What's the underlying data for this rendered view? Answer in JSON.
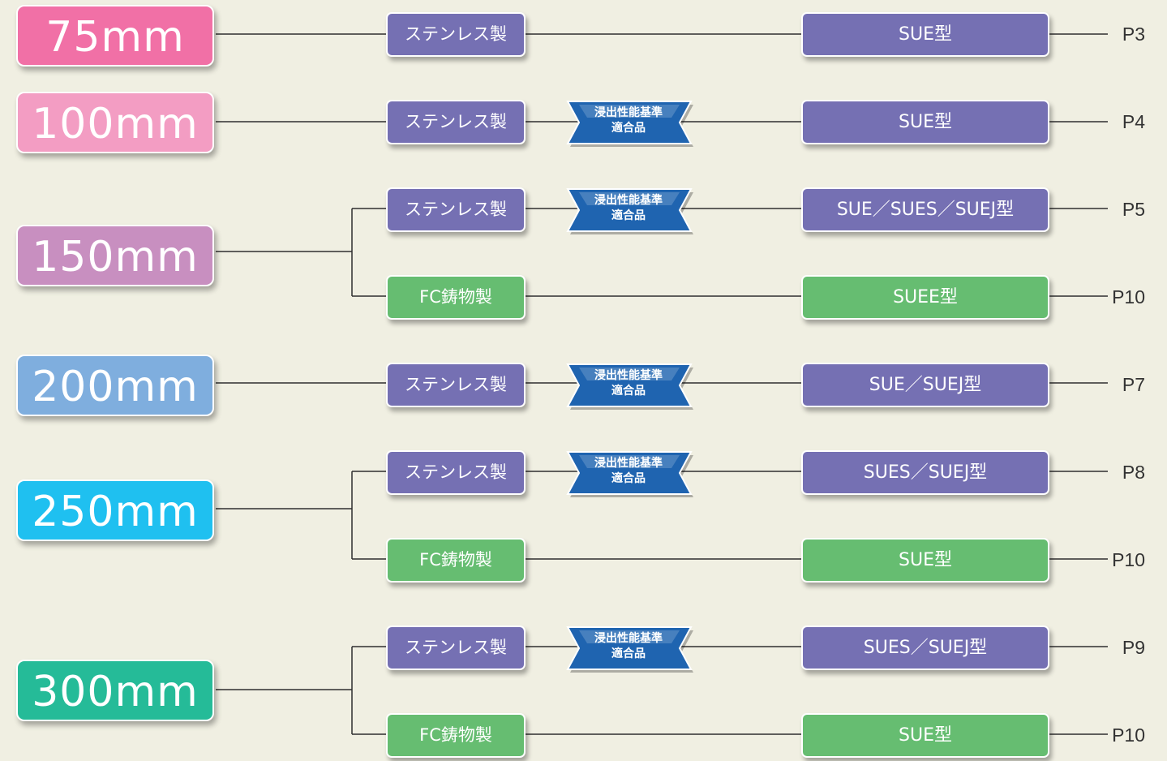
{
  "colors": {
    "background": "#f0efe2",
    "stainless": "#7570b3",
    "cast_iron": "#66bd71",
    "badge": "#1f64b0"
  },
  "badge": {
    "line1": "浸出性能基準",
    "line2": "適合品"
  },
  "groups": [
    {
      "size": "75mm",
      "color": "#f170a6",
      "rows": [
        {
          "material": "ステンレス製",
          "kind": "stainless",
          "badge": false,
          "type": "SUE型",
          "page": "P3"
        }
      ]
    },
    {
      "size": "100mm",
      "color": "#f39dc3",
      "rows": [
        {
          "material": "ステンレス製",
          "kind": "stainless",
          "badge": true,
          "type": "SUE型",
          "page": "P4"
        }
      ]
    },
    {
      "size": "150mm",
      "color": "#c88fc0",
      "rows": [
        {
          "material": "ステンレス製",
          "kind": "stainless",
          "badge": true,
          "type": "SUE／SUES／SUEJ型",
          "page": "P5"
        },
        {
          "material": "FC鋳物製",
          "kind": "cast_iron",
          "badge": false,
          "type": "SUEE型",
          "page": "P10"
        }
      ]
    },
    {
      "size": "200mm",
      "color": "#7faede",
      "rows": [
        {
          "material": "ステンレス製",
          "kind": "stainless",
          "badge": true,
          "type": "SUE／SUEJ型",
          "page": "P7"
        }
      ]
    },
    {
      "size": "250mm",
      "color": "#1fc0f0",
      "rows": [
        {
          "material": "ステンレス製",
          "kind": "stainless",
          "badge": true,
          "type": "SUES／SUEJ型",
          "page": "P8"
        },
        {
          "material": "FC鋳物製",
          "kind": "cast_iron",
          "badge": false,
          "type": "SUE型",
          "page": "P10"
        }
      ]
    },
    {
      "size": "300mm",
      "color": "#25bb98",
      "rows": [
        {
          "material": "ステンレス製",
          "kind": "stainless",
          "badge": true,
          "type": "SUES／SUEJ型",
          "page": "P9"
        },
        {
          "material": "FC鋳物製",
          "kind": "cast_iron",
          "badge": false,
          "type": "SUE型",
          "page": "P10"
        }
      ]
    }
  ]
}
